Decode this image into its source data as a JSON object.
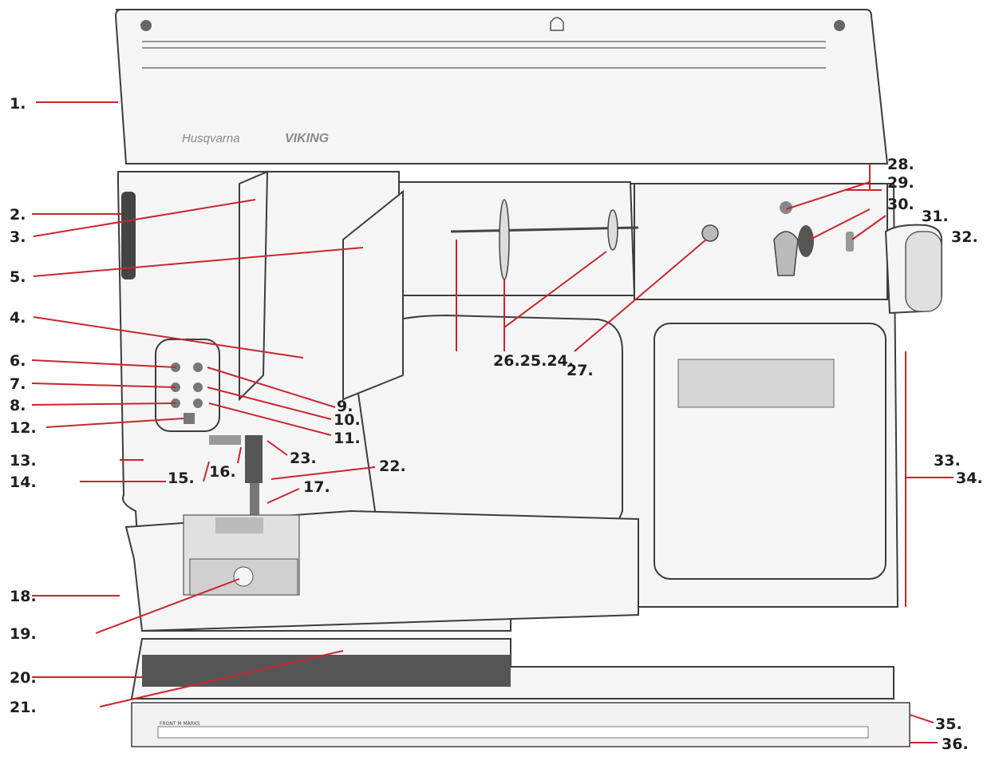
{
  "brand": {
    "name1": "Husqvarna",
    "name2": "VIKING"
  },
  "ruler": {
    "left_text": "FRONT M MARKS"
  },
  "callouts": [
    {
      "id": "1",
      "text": "1."
    },
    {
      "id": "2",
      "text": "2."
    },
    {
      "id": "3",
      "text": "3."
    },
    {
      "id": "5",
      "text": "5."
    },
    {
      "id": "4",
      "text": "4."
    },
    {
      "id": "6",
      "text": "6."
    },
    {
      "id": "7",
      "text": "7."
    },
    {
      "id": "8",
      "text": "8."
    },
    {
      "id": "12",
      "text": "12."
    },
    {
      "id": "13",
      "text": "13."
    },
    {
      "id": "14",
      "text": "14."
    },
    {
      "id": "15",
      "text": "15."
    },
    {
      "id": "16",
      "text": "16."
    },
    {
      "id": "23",
      "text": "23."
    },
    {
      "id": "22",
      "text": "22."
    },
    {
      "id": "17",
      "text": "17."
    },
    {
      "id": "9",
      "text": "9."
    },
    {
      "id": "10",
      "text": "10."
    },
    {
      "id": "11",
      "text": "11."
    },
    {
      "id": "26-25-24",
      "text": "26.25.24."
    },
    {
      "id": "27",
      "text": "27."
    },
    {
      "id": "28",
      "text": "28."
    },
    {
      "id": "29",
      "text": "29."
    },
    {
      "id": "30",
      "text": "30."
    },
    {
      "id": "31",
      "text": "31."
    },
    {
      "id": "32",
      "text": "32."
    },
    {
      "id": "33",
      "text": "33."
    },
    {
      "id": "34",
      "text": "34."
    },
    {
      "id": "18",
      "text": "18."
    },
    {
      "id": "19",
      "text": "19."
    },
    {
      "id": "20",
      "text": "20."
    },
    {
      "id": "21",
      "text": "21."
    },
    {
      "id": "35",
      "text": "35."
    },
    {
      "id": "36",
      "text": "36."
    }
  ]
}
